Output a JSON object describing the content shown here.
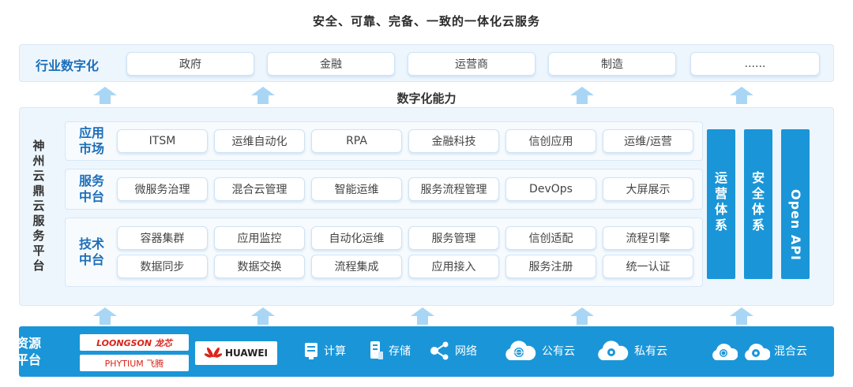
{
  "title": "安全、可靠、完备、一致的一体化云服务",
  "industry": {
    "label": "行业数字化",
    "items": [
      "政府",
      "金融",
      "运营商",
      "制造",
      "......"
    ]
  },
  "capability_title": "数字化能力",
  "platform": {
    "label": "神州云鼎云服务平台",
    "app": {
      "label1": "应用",
      "label2": "市场",
      "items": [
        "ITSM",
        "运维自动化",
        "RPA",
        "金融科技",
        "信创应用",
        "运维/运营"
      ]
    },
    "service": {
      "label1": "服务",
      "label2": "中台",
      "items": [
        "微服务治理",
        "混合云管理",
        "智能运维",
        "服务流程管理",
        "DevOps",
        "大屏展示"
      ]
    },
    "tech": {
      "label1": "技术",
      "label2": "中台",
      "row1": [
        "容器集群",
        "应用监控",
        "自动化运维",
        "服务管理",
        "信创适配",
        "流程引擎"
      ],
      "row2": [
        "数据同步",
        "数据交换",
        "流程集成",
        "应用接入",
        "服务注册",
        "统一认证"
      ]
    },
    "bars": [
      "运营体系",
      "安全体系",
      "Open API"
    ]
  },
  "resource": {
    "label1": "资源",
    "label2": "平台",
    "vendors": {
      "loongson": "LOONGSON 龙芯",
      "phytium": "PHYTIUM 飞腾",
      "huawei": "HUAWEI"
    },
    "items": [
      "计算",
      "存储",
      "网络",
      "公有云",
      "私有云",
      "混合云"
    ]
  },
  "colors": {
    "primary": "#1a96d8",
    "label": "#1e6fb9",
    "panel": "#eef6fd"
  }
}
